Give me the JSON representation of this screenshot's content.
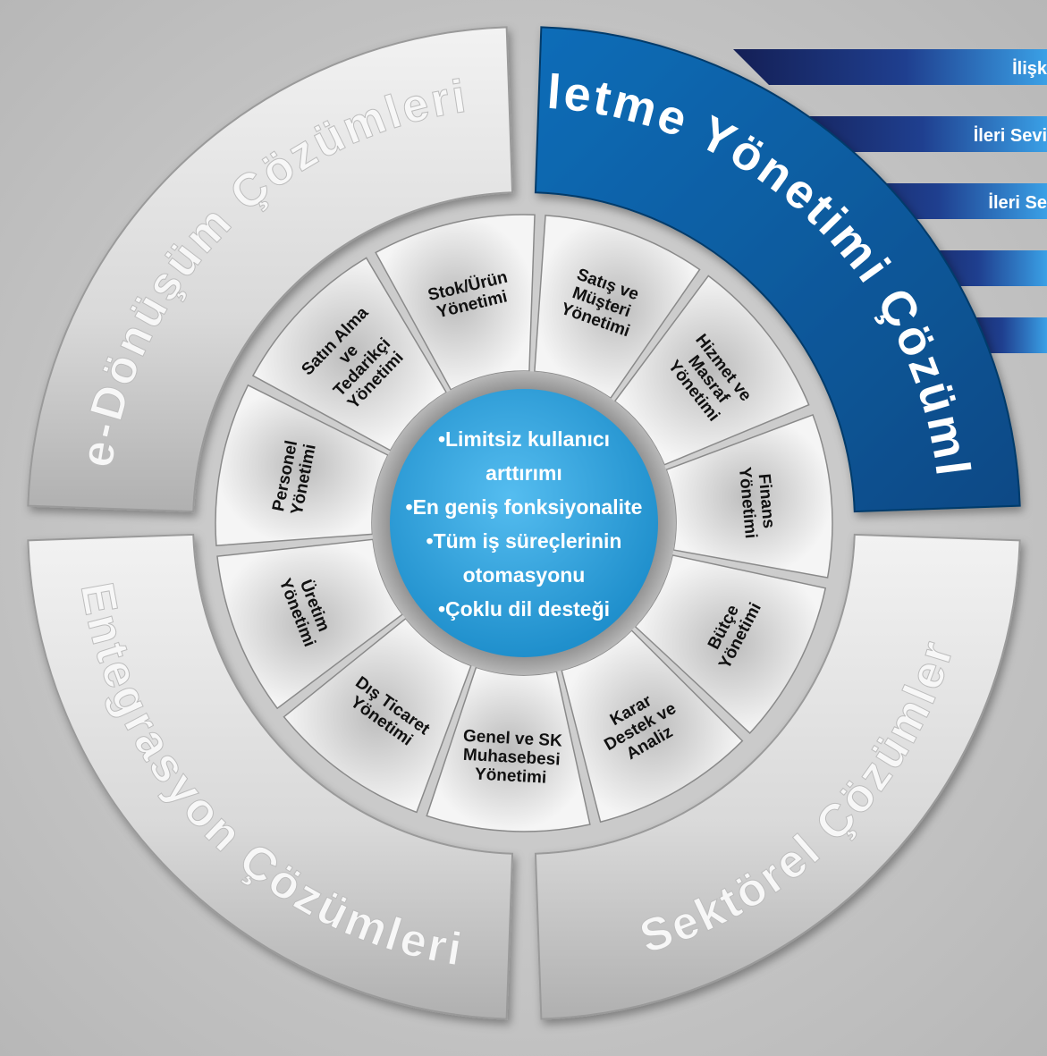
{
  "quadrants": [
    {
      "id": "edonusum",
      "label": "e-Dönüşüm Çözümleri",
      "highlighted": false
    },
    {
      "id": "isletme",
      "label": "İşletme Yönetimi Çözümleri",
      "highlighted": true
    },
    {
      "id": "sektorel",
      "label": "Sektörel Çözümler",
      "highlighted": false
    },
    {
      "id": "entegrasyon",
      "label": "Entegrasyon Çözümleri",
      "highlighted": false
    }
  ],
  "side_bars": [
    {
      "label": "İlişk"
    },
    {
      "label": "İleri Sevi"
    },
    {
      "label": "İleri Se"
    },
    {
      "label": ""
    },
    {
      "label": ""
    }
  ],
  "modules": [
    {
      "id": "satis",
      "lines": [
        "Satış ve",
        "Müşteri",
        "Yönetimi"
      ]
    },
    {
      "id": "hizmet",
      "lines": [
        "Hizmet ve",
        "Masraf",
        "Yönetimi"
      ]
    },
    {
      "id": "finans",
      "lines": [
        "Finans",
        "Yönetimi"
      ]
    },
    {
      "id": "butce",
      "lines": [
        "Bütçe",
        "Yönetimi"
      ]
    },
    {
      "id": "karar",
      "lines": [
        "Karar",
        "Destek ve",
        "Analiz"
      ]
    },
    {
      "id": "muhasebe",
      "lines": [
        "Genel ve SK",
        "Muhasebesi",
        "Yönetimi"
      ]
    },
    {
      "id": "dis-ticaret",
      "lines": [
        "Dış Ticaret",
        "Yönetimi"
      ]
    },
    {
      "id": "uretim",
      "lines": [
        "Üretim",
        "Yönetimi"
      ]
    },
    {
      "id": "personel",
      "lines": [
        "Personel",
        "Yönetimi"
      ]
    },
    {
      "id": "satin-alma",
      "lines": [
        "Satın Alma",
        "ve",
        "Tedarikçi",
        "Yönetimi"
      ]
    },
    {
      "id": "stok",
      "lines": [
        "Stok/Ürün",
        "Yönetimi"
      ]
    }
  ],
  "center": {
    "lines": [
      "•Limitsiz kullanıcı",
      "arttırımı",
      "•En geniş fonksiyonalite",
      "•Tüm iş süreçlerinin",
      "otomasyonu",
      "•Çoklu dil desteği"
    ]
  },
  "colors": {
    "background": "#c4c4c4",
    "highlight": "#0d63a8",
    "center": "#3aa6dd",
    "bar_dark": "#1a2a6a",
    "bar_light": "#2e86d2"
  }
}
